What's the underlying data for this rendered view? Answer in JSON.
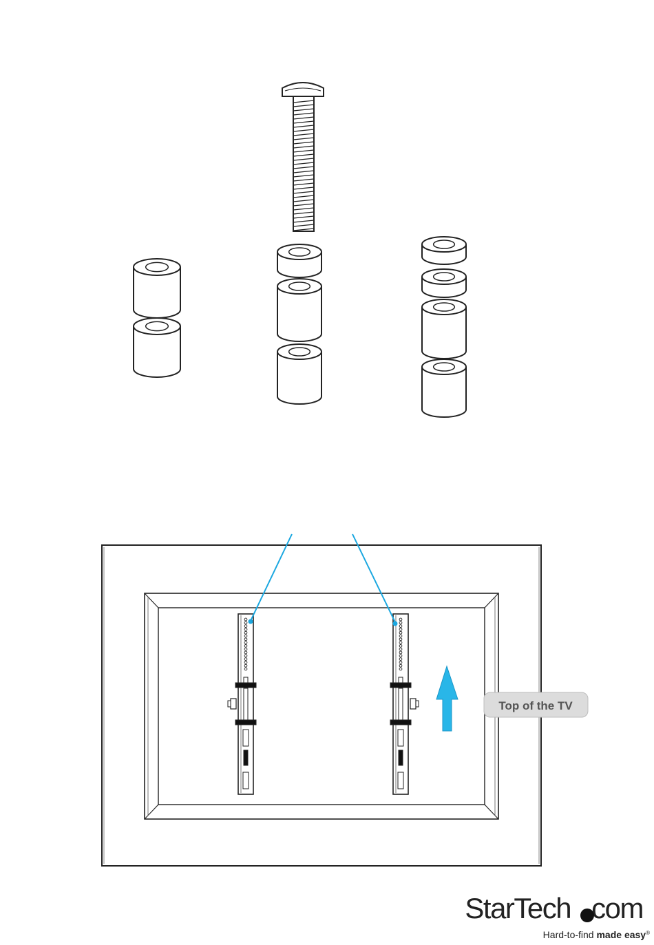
{
  "callout": {
    "top_of_tv": "Top of the TV"
  },
  "logo": {
    "brand_start": "StarTech",
    "brand_end": "com",
    "tagline_regular": "Hard-to-find ",
    "tagline_bold": "made easy",
    "tagline_mark": "®"
  },
  "colors": {
    "arrow": "#29b6e8",
    "leader": "#1aa7e0",
    "line": "#222222",
    "callout_bg": "#dcdcdc"
  }
}
